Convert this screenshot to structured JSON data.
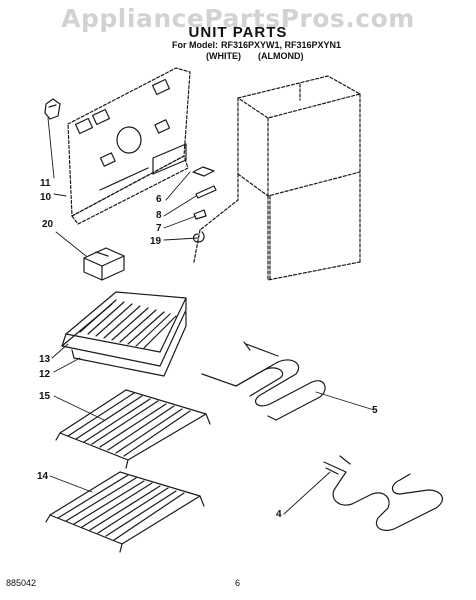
{
  "watermark": "AppliancePartsPros.com",
  "header": {
    "title": "UNIT PARTS",
    "model_prefix": "For Model:",
    "models": "RF316PXYW1, RF316PXYN1",
    "color_white": "(WHITE)",
    "color_almond": "(ALMOND)"
  },
  "callouts": {
    "c11": "11",
    "c10": "10",
    "c20": "20",
    "c6": "6",
    "c8": "8",
    "c7": "7",
    "c19": "19",
    "c13": "13",
    "c12": "12",
    "c15": "15",
    "c5": "5",
    "c14": "14",
    "c4": "4"
  },
  "footer": {
    "doc_number": "885042",
    "page_number": "6"
  },
  "colors": {
    "line": "#1a1a1a",
    "watermark": "#d2d2d2"
  }
}
